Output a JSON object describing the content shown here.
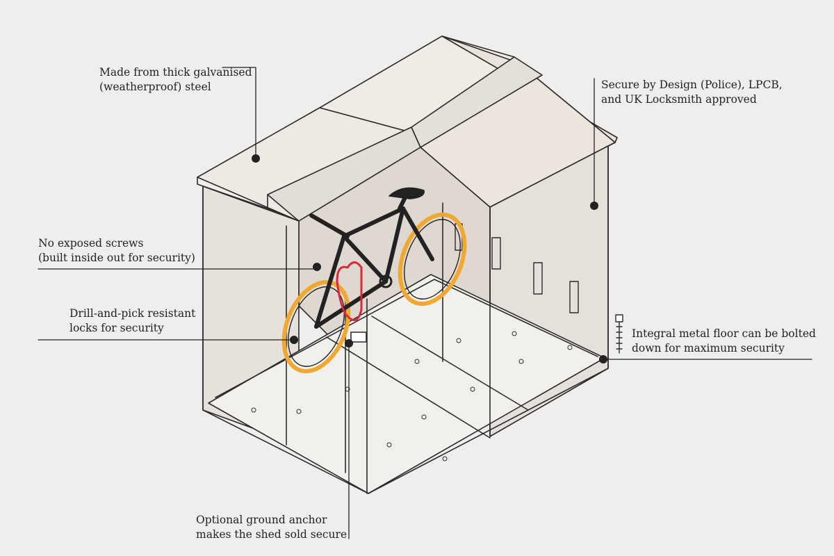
{
  "callouts": {
    "steel": {
      "lines": [
        "Made from thick galvanised",
        "(weatherproof) steel"
      ]
    },
    "approved": {
      "lines": [
        "Secure by Design (Police), LPCB,",
        "and UK Locksmith approved"
      ]
    },
    "screws": {
      "lines": [
        "No exposed screws",
        "(built inside out for security)"
      ]
    },
    "locks": {
      "lines": [
        "Drill-and-pick resistant",
        "locks for security"
      ]
    },
    "floor": {
      "lines": [
        "Integral metal floor can be bolted",
        "down for maximum security"
      ]
    },
    "anchor": {
      "lines": [
        "Optional ground anchor",
        "makes the shed sold secure"
      ]
    }
  },
  "colors": {
    "background": "#efeeec",
    "panel": "#e6e1da",
    "roof": "#efeae4",
    "outline": "#2b2b2b",
    "bike_frame": "#222222",
    "tyre": "#f0a830",
    "lock_chain": "#d8283a",
    "callout_dot": "#222222"
  }
}
